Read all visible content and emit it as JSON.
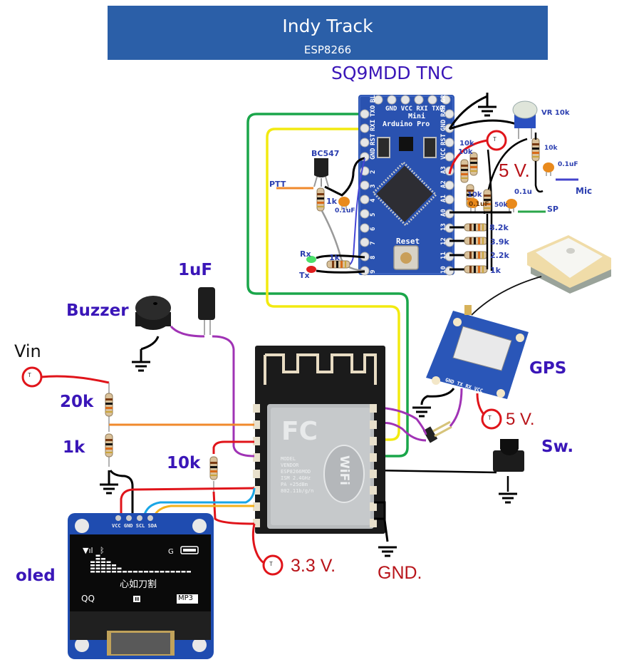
{
  "header": {
    "title": "Indy Track",
    "subtitle": "ESP8266"
  },
  "tnc": {
    "title": "SQ9MDD TNC",
    "board_name_line1": "Mini",
    "board_name_line2": "Arduino Pro",
    "reset_label": "Reset",
    "left_pins": [
      "BLK",
      "TXO",
      "RXI",
      "RST",
      "GND",
      "2",
      "3",
      "4",
      "5",
      "6",
      "7",
      "8",
      "9"
    ],
    "top_pins": [
      "GND",
      "VCC",
      "RXI",
      "TXO"
    ],
    "right_pins": [
      "GRN",
      "RAW",
      "GND",
      "RST",
      "VCC",
      "A3",
      "A2",
      "A1",
      "A0",
      "13",
      "12",
      "11",
      "10"
    ],
    "components": {
      "transistor": "BC547",
      "ptt": "PTT",
      "r_base": "1k",
      "c_ptt": "0.1uF",
      "rx_led": "Rx",
      "tx_led": "Tx",
      "r_led": "1k",
      "r_a3_1": "10k",
      "r_a3_2": "10k",
      "vr": "VR 10k",
      "r_mic": "10k",
      "c_mic": "0.1uF",
      "mic": "Mic",
      "supply": "5 V.",
      "r_a0": "10k",
      "c_a0": "0.1uF",
      "r_sp": "50k",
      "c_sp": "0.1u",
      "sp": "SP",
      "dac": [
        "8.2k",
        "3.9k",
        "2.2k",
        "1k"
      ]
    }
  },
  "esp": {
    "module_text": [
      "MODEL",
      "VENDOR",
      "ESP8266MOD",
      "ISM 2.4GHz",
      "PA +25dBm",
      "802.11b/g/n"
    ],
    "fc": "FC",
    "wifi": "WiFi"
  },
  "labels": {
    "buzzer": "Buzzer",
    "cap_1uf": "1uF",
    "vin": "Vin",
    "r20k": "20k",
    "r1k": "1k",
    "r10k": "10k",
    "v33": "3.3 V.",
    "gnd": "GND.",
    "gps": "GPS",
    "gps_5v": "5 V.",
    "gps_pins": [
      "GND",
      "TX",
      "RX",
      "VCC"
    ],
    "sw": "Sw.",
    "oled": "oled",
    "terminal_mark": "T"
  },
  "oled": {
    "pins": [
      "VCC",
      "GND",
      "SCL",
      "SDA"
    ],
    "song": "心如刀割",
    "left_text": "QQ",
    "right_text": "MP3",
    "eq_levels": [
      4,
      6,
      5,
      4,
      3,
      2,
      1,
      1,
      1,
      1,
      1,
      1,
      1,
      1,
      1,
      1,
      1,
      1,
      1
    ]
  },
  "colors": {
    "banner": "#2b5fa8",
    "label_purple": "#3a16b8",
    "label_red": "#b8141a",
    "wire_green": "#1aa64a",
    "wire_yellow": "#f2ea10",
    "wire_purple": "#a033b5",
    "wire_red": "#e0141a",
    "wire_orange": "#f08a2c",
    "wire_blue": "#1aa6e6",
    "wire_amber": "#f5b21a",
    "board_blue": "#2a52b0"
  }
}
